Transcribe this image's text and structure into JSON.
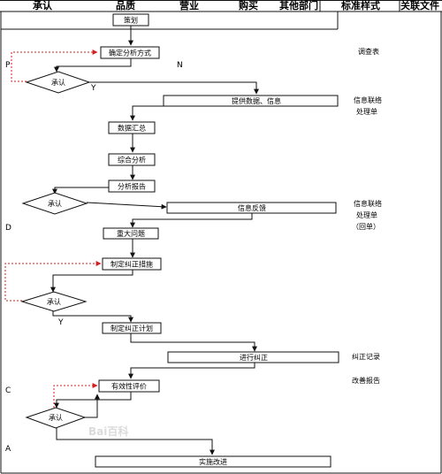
{
  "header": [
    "承认",
    "品质",
    "营业",
    "购买",
    "其他部门",
    "标准样式",
    "关联文件"
  ],
  "nodes": {
    "plan": "策划",
    "decide_method": "确定分析方式",
    "approve1": "承认",
    "provide_data": "提供数据、信息",
    "data_summary": "数据汇总",
    "comprehensive": "综合分析",
    "report": "分析报告",
    "approve2": "承认",
    "info_feedback": "信息反馈",
    "major_issue": "重大问题",
    "corrective_measures": "制定纠正措施",
    "approve3": "承认",
    "corrective_plan": "制定纠正计划",
    "perform_correction": "进行纠正",
    "effect_eval": "有效性评价",
    "approve4": "承认",
    "implement": "实施改进"
  },
  "sidebar": {
    "survey_table": "调查表",
    "liaison_line1": "信息联络",
    "liaison_line2": "处理单",
    "liaison2_line1": "信息联络",
    "liaison2_line2": "处理单",
    "liaison2_line3": "（回单）",
    "correction_record": "纠正记录",
    "improvement_report": "改善报告"
  },
  "phases": {
    "p": "P",
    "d": "D",
    "c": "C",
    "a": "A"
  },
  "branch_labels": {
    "n": "N",
    "y1": "Y",
    "y2": "Y"
  },
  "watermark": "Bai百科",
  "colors": {
    "line": "#111111",
    "feedback": "#d22020",
    "header_bg": "#ffffff"
  }
}
